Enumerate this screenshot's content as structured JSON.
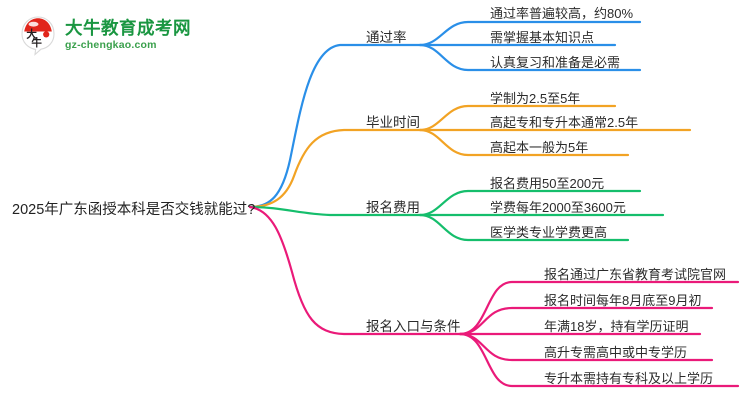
{
  "logo": {
    "icon": "bull-head-logo-icon",
    "title": "大牛教育成考网",
    "domain": "gz-chengkao.com",
    "mark_text": "大牛"
  },
  "mindmap": {
    "root": {
      "label": "2025年广东函授本科是否交钱就能过?"
    },
    "branches": [
      {
        "label": "通过率",
        "color": "#2a8fe8",
        "children": [
          {
            "label": "通过率普遍较高，约80%"
          },
          {
            "label": "需掌握基本知识点"
          },
          {
            "label": "认真复习和准备是必需"
          }
        ]
      },
      {
        "label": "毕业时间",
        "color": "#f2a324",
        "children": [
          {
            "label": "学制为2.5至5年"
          },
          {
            "label": "高起专和专升本通常2.5年"
          },
          {
            "label": "高起本一般为5年"
          }
        ]
      },
      {
        "label": "报名费用",
        "color": "#15be6c",
        "children": [
          {
            "label": "报名费用50至200元"
          },
          {
            "label": "学费每年2000至3600元"
          },
          {
            "label": "医学类专业学费更高"
          }
        ]
      },
      {
        "label": "报名入口与条件",
        "color": "#ea1a79",
        "children": [
          {
            "label": "报名通过广东省教育考试院官网"
          },
          {
            "label": "报名时间每年8月底至9月初"
          },
          {
            "label": "年满18岁，持有学历证明"
          },
          {
            "label": "高升专需高中或中专学历"
          },
          {
            "label": "专升本需持有专科及以上学历"
          }
        ]
      }
    ]
  }
}
